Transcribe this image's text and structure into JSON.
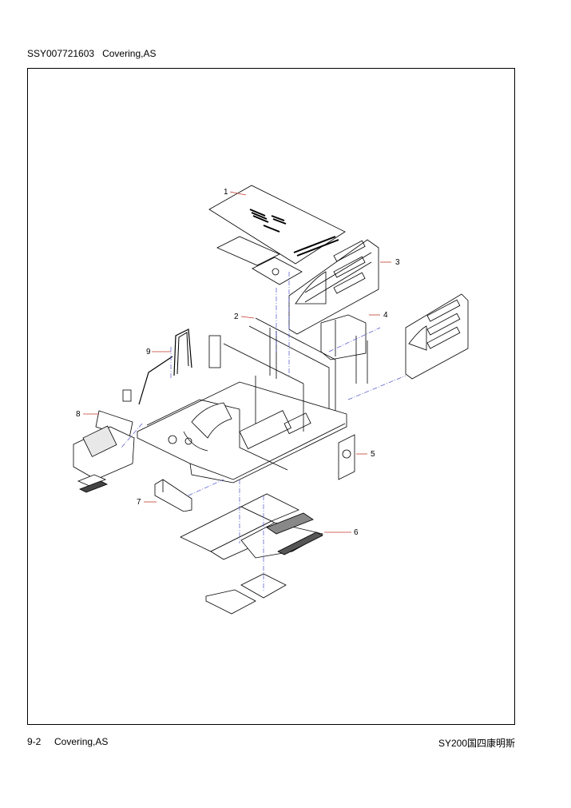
{
  "header": {
    "part_number": "SSY007721603",
    "title": "Covering,AS"
  },
  "footer": {
    "page": "9-2",
    "section": "Covering,AS",
    "model": "SY200国四康明斯"
  },
  "callouts": [
    "1",
    "2",
    "3",
    "4",
    "5",
    "6",
    "7",
    "8",
    "9"
  ]
}
